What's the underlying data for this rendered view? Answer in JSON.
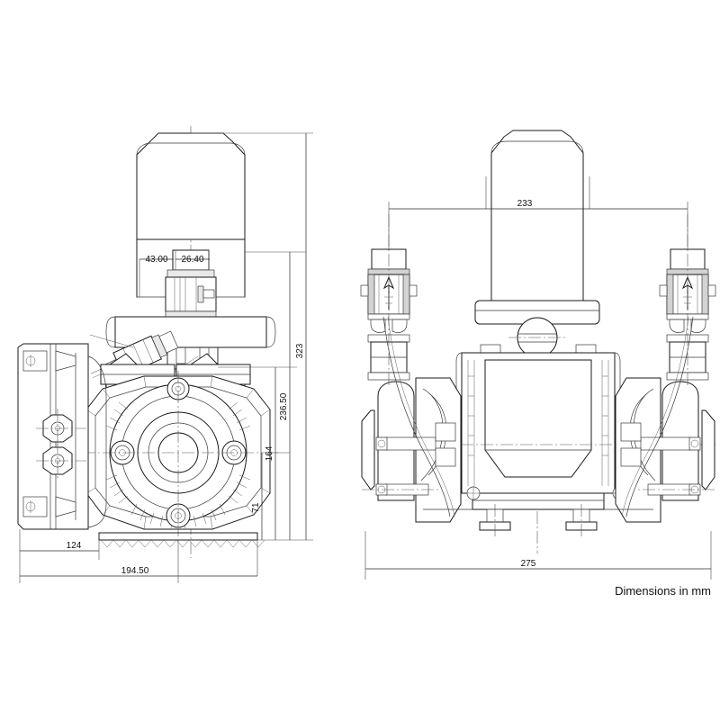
{
  "document": {
    "type": "engineering-dimensional-drawing",
    "subject": "Twin impeller booster pump",
    "background_color": "#ffffff",
    "line_color": "#1a1a1a",
    "note": "Dimensions in mm"
  },
  "views": {
    "left": {
      "name": "side-elevation",
      "label": ""
    },
    "right": {
      "name": "front-elevation",
      "label": ""
    }
  },
  "dimensions": {
    "left_view": [
      {
        "id": "d-43",
        "value": "43.00",
        "orientation": "horizontal",
        "location": "motor-spindle-upper"
      },
      {
        "id": "d-2640",
        "value": "26.40",
        "orientation": "horizontal",
        "location": "motor-spindle-upper"
      },
      {
        "id": "d-323",
        "value": "323",
        "orientation": "vertical",
        "location": "overall-height"
      },
      {
        "id": "d-23650",
        "value": "236.50",
        "orientation": "vertical",
        "location": "motor-mount-height"
      },
      {
        "id": "d-164",
        "value": "164",
        "orientation": "vertical",
        "location": "centreline-height"
      },
      {
        "id": "d-71",
        "value": "71",
        "orientation": "vertical",
        "location": "foot-to-axis"
      },
      {
        "id": "d-124",
        "value": "124",
        "orientation": "horizontal",
        "location": "flange-offset"
      },
      {
        "id": "d-19450",
        "value": "194.50",
        "orientation": "horizontal",
        "location": "overall-depth"
      }
    ],
    "right_view": [
      {
        "id": "d-233",
        "value": "233",
        "orientation": "horizontal",
        "location": "motor-body-width"
      },
      {
        "id": "d-275",
        "value": "275",
        "orientation": "horizontal",
        "location": "overall-width"
      }
    ]
  },
  "annotations": {
    "units_note": "Dimensions in mm"
  }
}
